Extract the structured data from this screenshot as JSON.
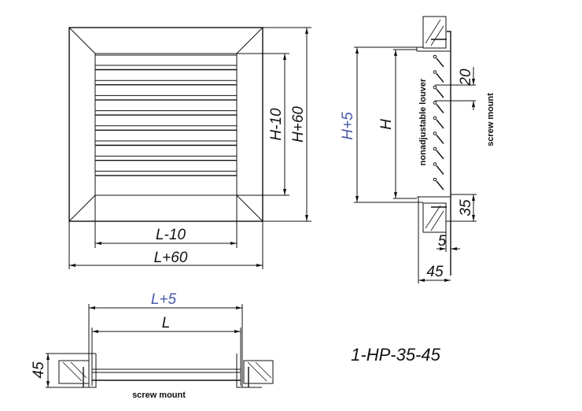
{
  "front_view": {
    "dim_inner_width": "L-10",
    "dim_outer_width": "L+60",
    "dim_inner_height": "H-10",
    "dim_outer_height": "H+60",
    "slat_count": 8
  },
  "side_view": {
    "dim_opening_height": "H+5",
    "dim_height": "H",
    "louver_label": "nonadjustable louver",
    "dim_pitch": "20",
    "mount_label": "screw mount",
    "dim_flange": "35",
    "dim_offset": "5",
    "dim_depth": "45"
  },
  "bottom_view": {
    "dim_opening_width": "L+5",
    "dim_width": "L",
    "dim_depth": "45",
    "mount_label": "screw mount"
  },
  "model_code": "1-HP-35-45",
  "colors": {
    "line": "#111111",
    "accent_dim": "#4a5aa8"
  }
}
